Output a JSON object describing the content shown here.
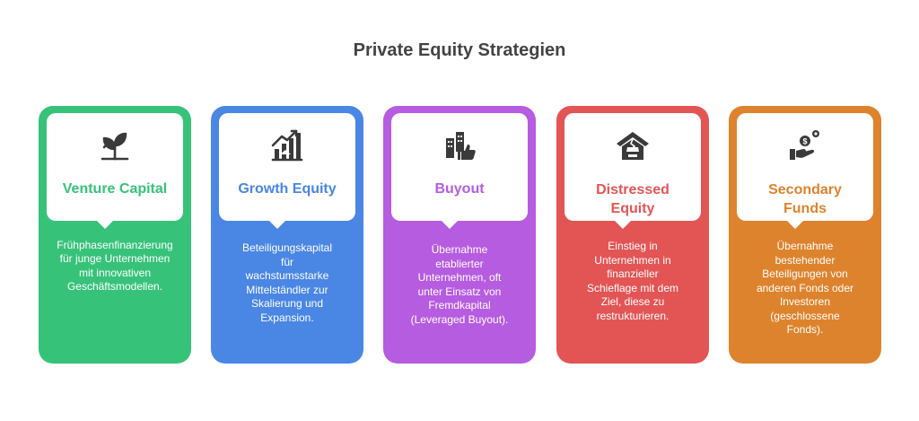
{
  "title": "Private Equity Strategien",
  "strategies": [
    {
      "label": "Venture Capital",
      "description": "Frühphasenfinanzierung\nfür junge Unternehmen\nmit innovativen\nGeschäftsmodellen.",
      "icon": "sprout-icon",
      "color": "#37C27A"
    },
    {
      "label": "Growth Equity",
      "description": "Beteiligungskapital\nfür\nwachstumsstarke\nMittelständler zur\nSkalierung und\nExpansion.",
      "icon": "growth-chart-icon",
      "color": "#4A86E4"
    },
    {
      "label": "Buyout",
      "description": "Übernahme\netablierter\nUnternehmen, oft\nunter Einsatz von\nFremdkapital\n(Leveraged Buyout).",
      "icon": "buildings-thumbs-up-icon",
      "color": "#B65CE0"
    },
    {
      "label": "Distressed\nEquity",
      "description": "Einstieg in\nUnternehmen in\nfinanzieller\nSchieflage mit dem\nZiel, diese zu\nrestrukturieren.",
      "icon": "broken-house-icon",
      "color": "#E35555"
    },
    {
      "label": "Secondary\nFunds",
      "description": "Übernahme\nbestehender\nBeteiligungen von\nanderen Fonds oder\nInvestoren\n(geschlossene\nFonds).",
      "icon": "hand-coins-icon",
      "color": "#DE832D"
    }
  ]
}
